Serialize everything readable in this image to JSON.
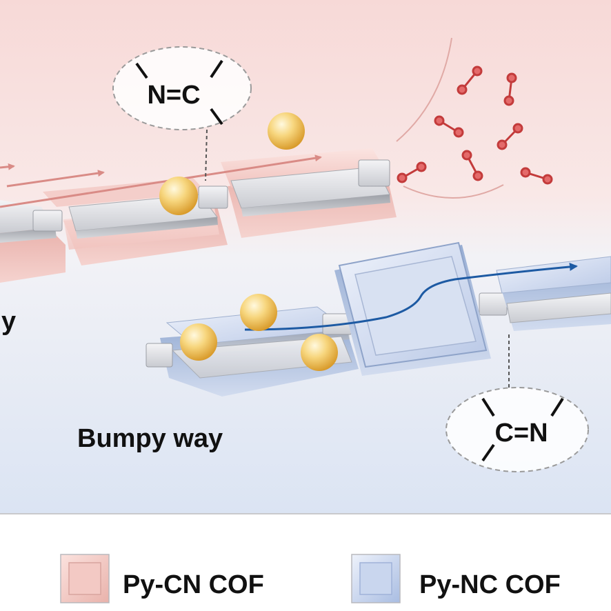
{
  "labels": {
    "top_bond": "N=C",
    "bottom_bond": "C=N",
    "partial_way_letter": "y",
    "bumpy_way": "Bumpy way"
  },
  "legend": [
    {
      "label": "Py-CN COF",
      "color": "#f3c9c4"
    },
    {
      "label": "Py-NC COF",
      "color": "#c9d6ee"
    }
  ],
  "colors": {
    "top_background": "#f6d7d5",
    "bottom_background": "#dde5f4",
    "top_arrow": "#d98b86",
    "bottom_arrow": "#1d5aa3",
    "molecule": "#d24a4a",
    "sphere": "#efc15a"
  }
}
